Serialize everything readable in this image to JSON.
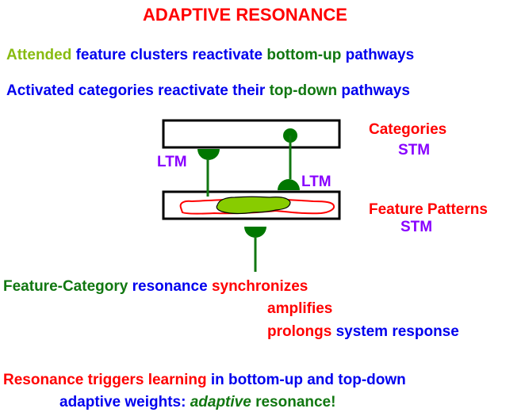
{
  "title": "ADAPTIVE RESONANCE",
  "line1": {
    "part1": "Attended",
    "part2": "feature clusters reactivate",
    "part3": "bottom-up",
    "part4": "pathways"
  },
  "line2": {
    "part1": "Activated categories reactivate their",
    "part2": "top-down",
    "part3": "pathways"
  },
  "diagram": {
    "categories_label": "Categories",
    "categories_stm": "STM",
    "features_label": "Feature Patterns",
    "features_stm": "STM",
    "ltm_left": "LTM",
    "ltm_right": "LTM"
  },
  "resonance": {
    "part1": "Feature-Category",
    "part2": "resonance",
    "part3": "synchronizes",
    "line2": "amplifies",
    "line3a": "prolongs",
    "line3b": "system response"
  },
  "learning": {
    "part1": "Resonance triggers",
    "part2": "learning",
    "part3": "in bottom-up and top-down",
    "line2a": "adaptive weights:",
    "line2b": "adaptive",
    "line2c": "resonance!"
  },
  "colors": {
    "red": "#ff0000",
    "blue": "#0000ee",
    "green": "#117711",
    "lime": "#88bb11",
    "purple": "#8800ff"
  }
}
